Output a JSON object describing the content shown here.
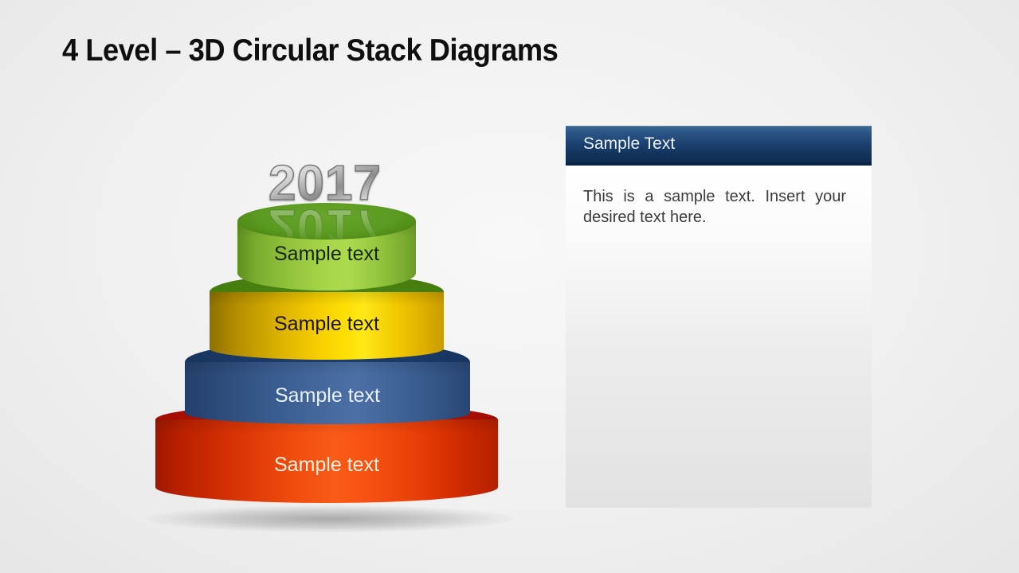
{
  "slide": {
    "title": "4 Level – 3D Circular Stack Diagrams",
    "year_label": "2017",
    "background_color": "#f0f0f0"
  },
  "stack": {
    "levels": [
      {
        "position": "top",
        "label": "Sample text",
        "side_color": "#9ccb42",
        "top_color": "#55961b",
        "text_color": "#17260b"
      },
      {
        "position": "second",
        "label": "Sample text",
        "side_color": "#ffd900",
        "top_color": "#447d0d",
        "text_color": "#1a1600"
      },
      {
        "position": "third",
        "label": "Sample text",
        "side_color": "#3e6399",
        "top_color": "#183661",
        "text_color": "#e9f1fb"
      },
      {
        "position": "bottom",
        "label": "Sample text",
        "side_color": "#f04a0e",
        "top_color": "#a50d00",
        "text_color": "#fdf2e2"
      }
    ],
    "year_text_color": "#b5b5b5"
  },
  "panel": {
    "header_label": "Sample Text",
    "body_text": "This is a sample text. Insert your desired text here.",
    "header_color": "#16395f",
    "header_text_color": "#eef3f9",
    "body_text_color": "#3c3c3c"
  }
}
